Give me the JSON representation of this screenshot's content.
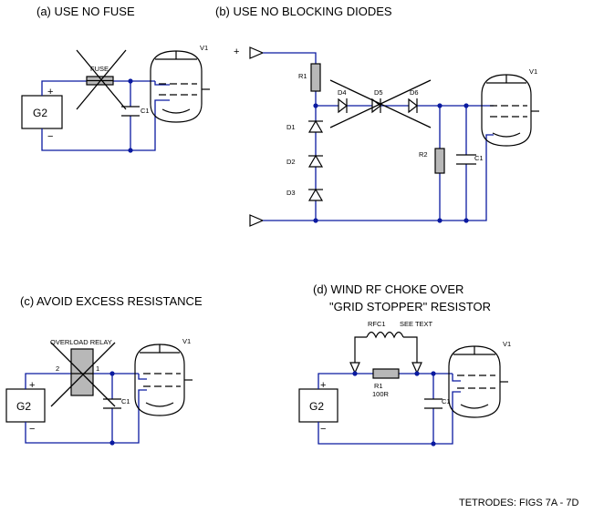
{
  "captions": {
    "a": "(a)   USE NO FUSE",
    "b": "(b) USE NO BLOCKING DIODES",
    "c": "(c) AVOID EXCESS RESISTANCE",
    "d_line1": "(d)  WIND RF CHOKE OVER",
    "d_line2": "\"GRID STOPPER\" RESISTOR"
  },
  "footer": "TETRODES: FIGS 7A - 7D",
  "labels": {
    "v1": "V1",
    "g2": "G2",
    "plus": "+",
    "minus": "−",
    "fuse": "FUSE",
    "c1": "C1",
    "r1": "R1",
    "r2": "R2",
    "d1": "D1",
    "d2": "D2",
    "d3": "D3",
    "d4": "D4",
    "d5": "D5",
    "d6": "D6",
    "overload_relay": "OVERLOAD RELAY",
    "relay_pin2": "2",
    "relay_pin1": "1",
    "rfc1": "RFC1",
    "see_text": "SEE TEXT",
    "r1_value": "100R"
  },
  "colors": {
    "wire": "#0a1aa0",
    "component": "#000000",
    "fill": "#b8b8b8",
    "background": "#ffffff"
  }
}
